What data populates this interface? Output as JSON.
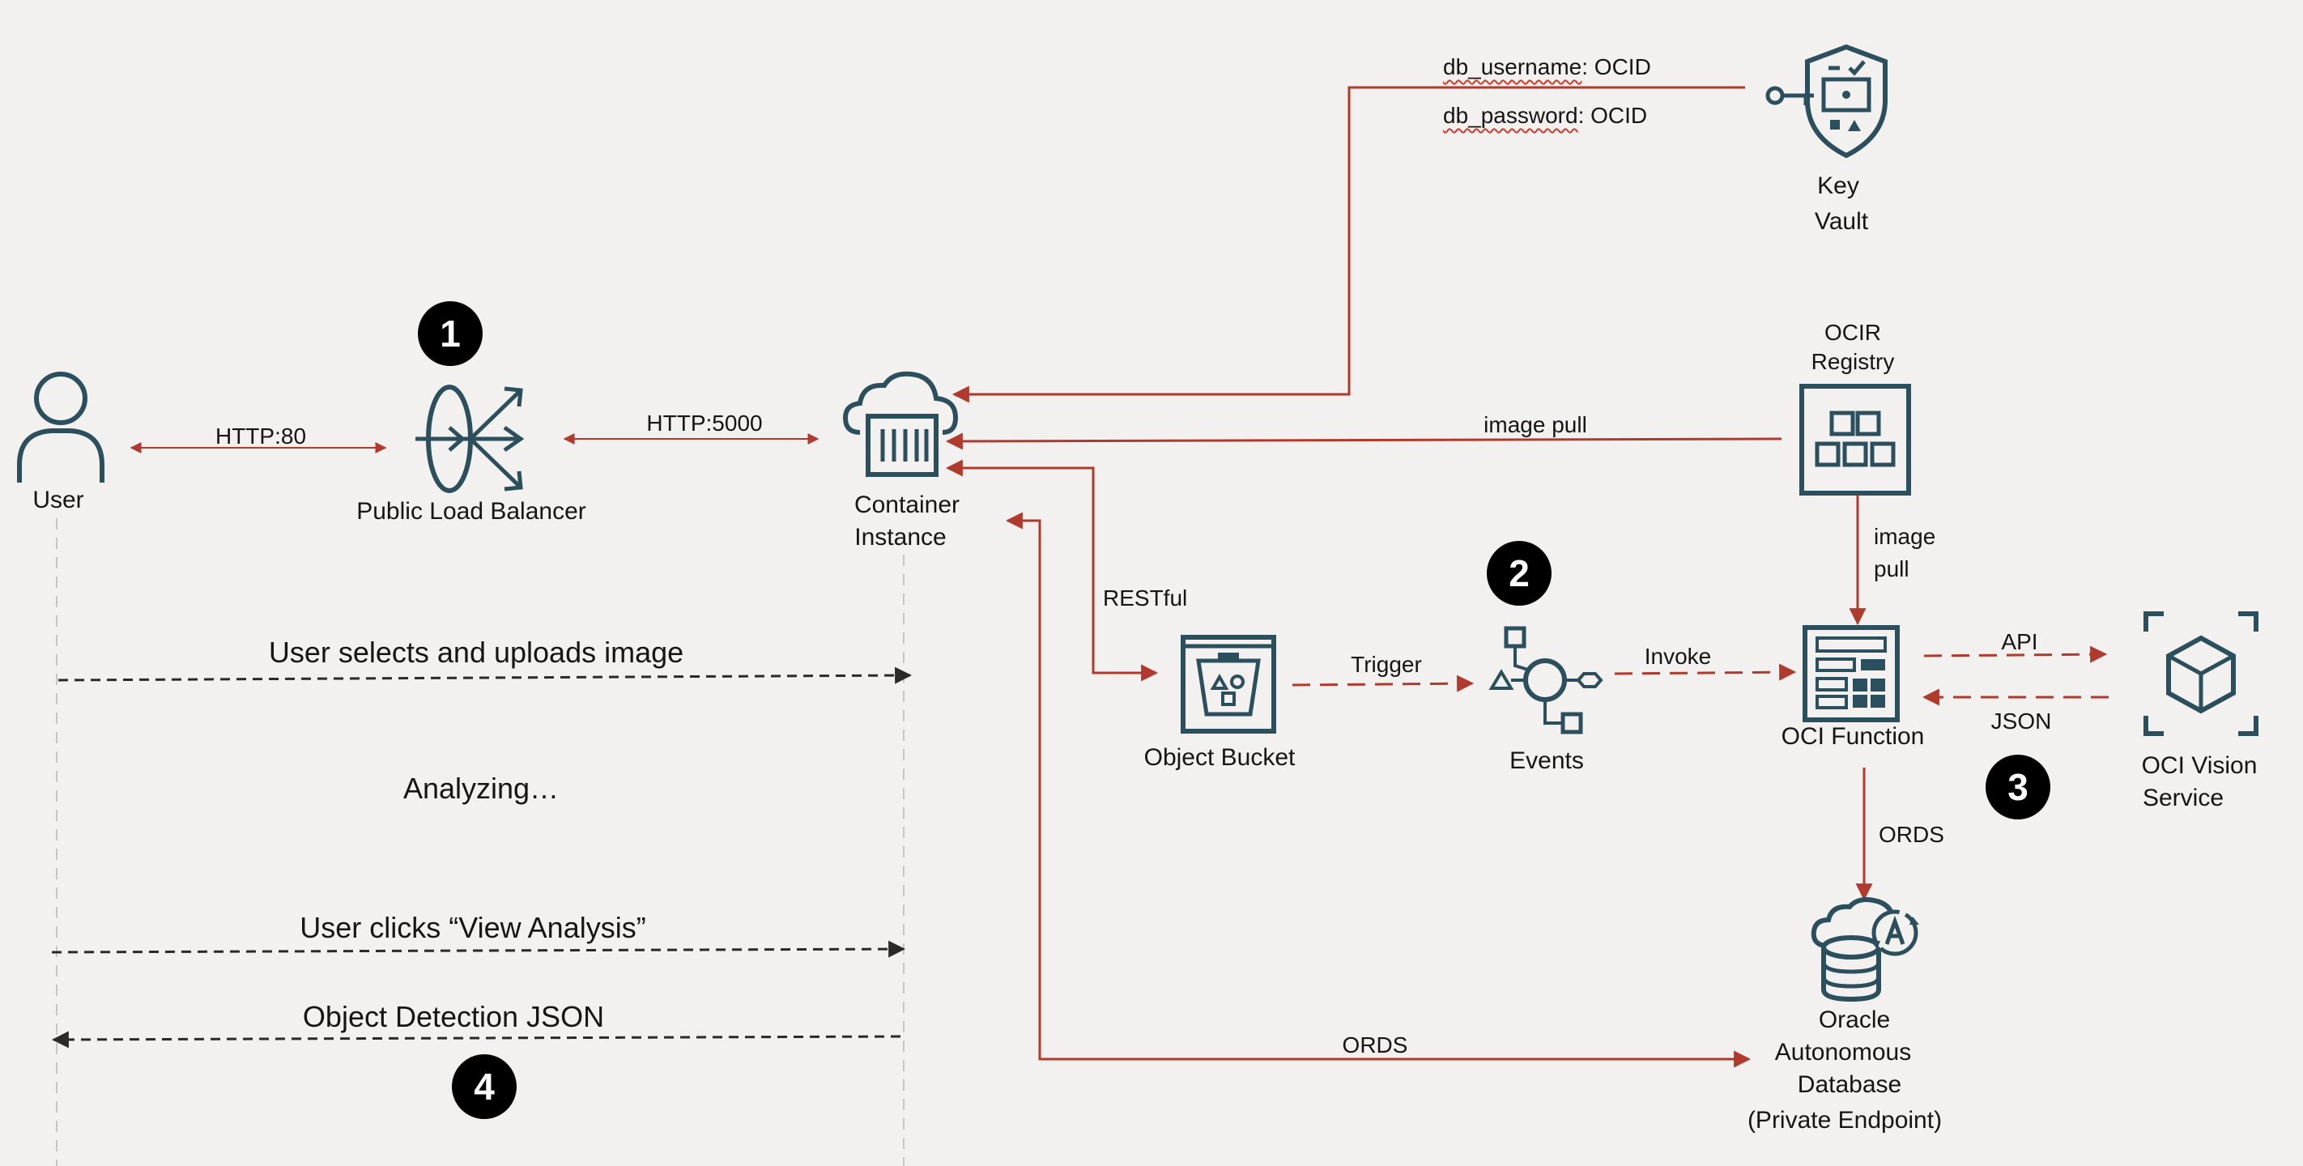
{
  "nodes": {
    "user": "User",
    "load_balancer": "Public Load Balancer",
    "container": [
      "Container",
      "Instance"
    ],
    "key_vault": [
      "Key",
      "Vault"
    ],
    "ocir": [
      "OCIR",
      "Registry"
    ],
    "object_bucket": "Object Bucket",
    "events": "Events",
    "oci_function": "OCI Function",
    "vision": [
      "OCI Vision",
      "Service"
    ],
    "database": [
      "Oracle",
      "Autonomous",
      "Database",
      "(Private Endpoint)"
    ]
  },
  "edges": {
    "http80": "HTTP:80",
    "http5000": "HTTP:5000",
    "db_username_key": "db_username",
    "db_username_val": ": OCID",
    "db_password_key": "db_password",
    "db_password_val": ": OCID",
    "image_pull": "image pull",
    "image_pull_vertical": [
      "image",
      "pull"
    ],
    "restful": "RESTful",
    "trigger": "Trigger",
    "invoke": "Invoke",
    "api": "API",
    "json": "JSON",
    "ords_function_db": "ORDS",
    "ords_container_db": "ORDS"
  },
  "sequence": {
    "upload": "User selects and uploads image",
    "analyzing": "Analyzing…",
    "view": "User clicks “View Analysis”",
    "result": "Object Detection JSON"
  },
  "badges": [
    "1",
    "2",
    "3",
    "4"
  ],
  "icons": [
    "user-icon",
    "load-balancer-icon",
    "container-instance-icon",
    "key-vault-icon",
    "ocir-registry-icon",
    "object-bucket-icon",
    "events-icon",
    "oci-function-icon",
    "oci-vision-icon",
    "autonomous-database-icon"
  ],
  "colors": {
    "arrow_red": "#b03a2e",
    "icon_teal": "#2b4f5d",
    "background": "#f3f1ef",
    "badge": "#000000"
  }
}
